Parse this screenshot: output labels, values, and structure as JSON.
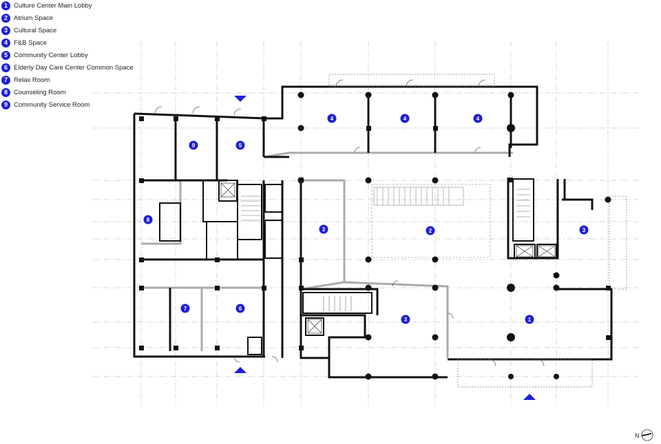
{
  "legend": [
    {
      "num": "1",
      "label": "Culture Center Main Lobby"
    },
    {
      "num": "2",
      "label": "Atrium Space"
    },
    {
      "num": "3",
      "label": "Cultural Space"
    },
    {
      "num": "4",
      "label": "F&B Space"
    },
    {
      "num": "5",
      "label": "Community Center Lobby"
    },
    {
      "num": "6",
      "label": "Elderly Day Care Center Common Space"
    },
    {
      "num": "7",
      "label": "Relax Room"
    },
    {
      "num": "8",
      "label": "Counseling Room"
    },
    {
      "num": "9",
      "label": "Community Service Room"
    }
  ],
  "rooms": [
    "9",
    "5",
    "4",
    "4",
    "4",
    "8",
    "3",
    "2",
    "3",
    "7",
    "6",
    "3",
    "1"
  ],
  "north_arrow": {
    "label": "N"
  },
  "colors": {
    "marker": "#1f1fd6",
    "wall": "#111111",
    "grid": "#c8c8c8",
    "partition": "#aaaaaa"
  }
}
